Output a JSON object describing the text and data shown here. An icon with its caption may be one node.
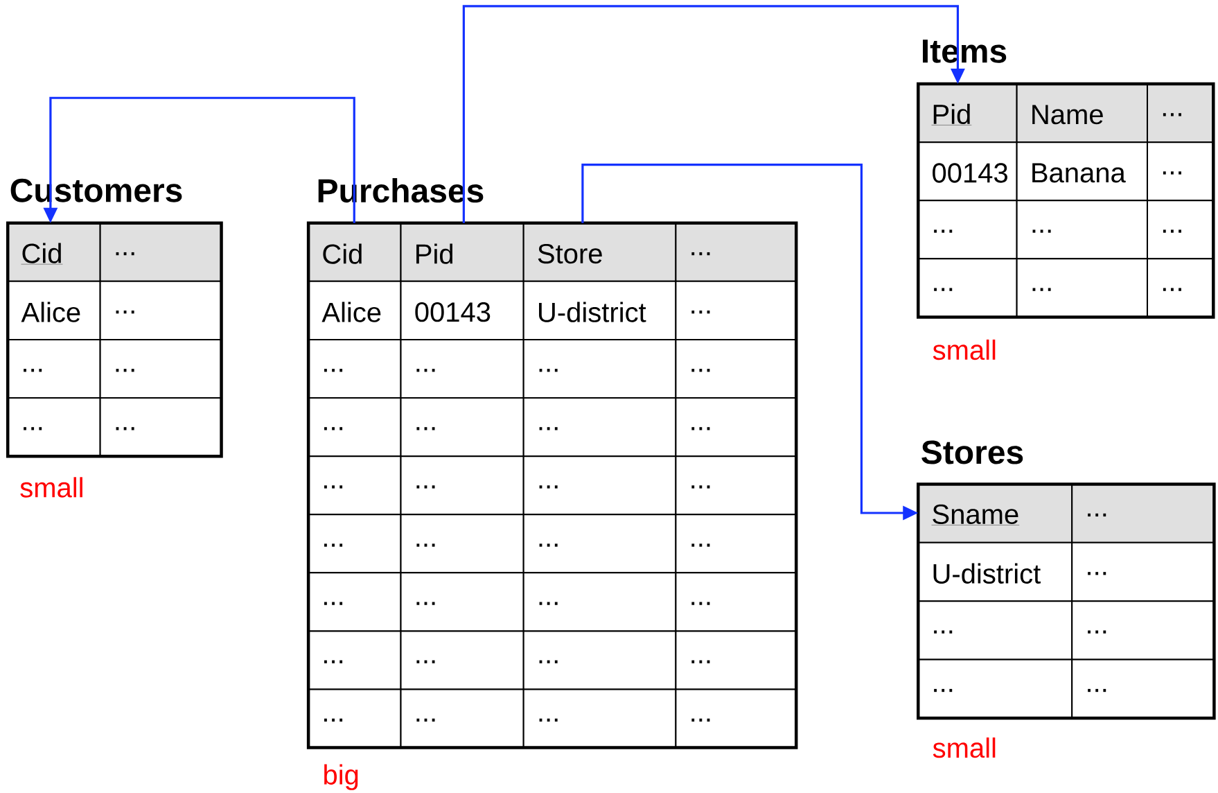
{
  "diagram": {
    "nodes": [
      {
        "text": [
          "Customers",
          "Cid",
          "...",
          "Alice",
          "...",
          "...",
          "...",
          "...",
          "..."
        ],
        "beside": [
          "small"
        ]
      },
      {
        "text": [
          "Purchases",
          "Cid",
          "Pid",
          "Store",
          "...",
          "Alice",
          "00143",
          "U-district",
          "...",
          "...",
          "...",
          "...",
          "...",
          "...",
          "...",
          "...",
          "...",
          "...",
          "...",
          "...",
          "...",
          "...",
          "...",
          "...",
          "...",
          "...",
          "...",
          "...",
          "...",
          "...",
          "...",
          "...",
          "...",
          "...",
          "...",
          "...",
          "..."
        ],
        "beside": [
          "big"
        ]
      },
      {
        "text": [
          "Items",
          "Pid",
          "Name",
          "...",
          "00143",
          "Banana",
          "...",
          "...",
          "...",
          "...",
          "...",
          "...",
          "..."
        ],
        "beside": [
          "small"
        ]
      },
      {
        "text": [
          "Stores",
          "Sname",
          "...",
          "U-district",
          "...",
          "...",
          "...",
          "...",
          "..."
        ],
        "beside": [
          "small"
        ]
      }
    ],
    "edges": [
      {
        "from": 1,
        "to": 0,
        "arrow": "to"
      },
      {
        "from": 1,
        "to": 2,
        "arrow": "to"
      },
      {
        "from": 1,
        "to": 3,
        "arrow": "to"
      }
    ]
  }
}
